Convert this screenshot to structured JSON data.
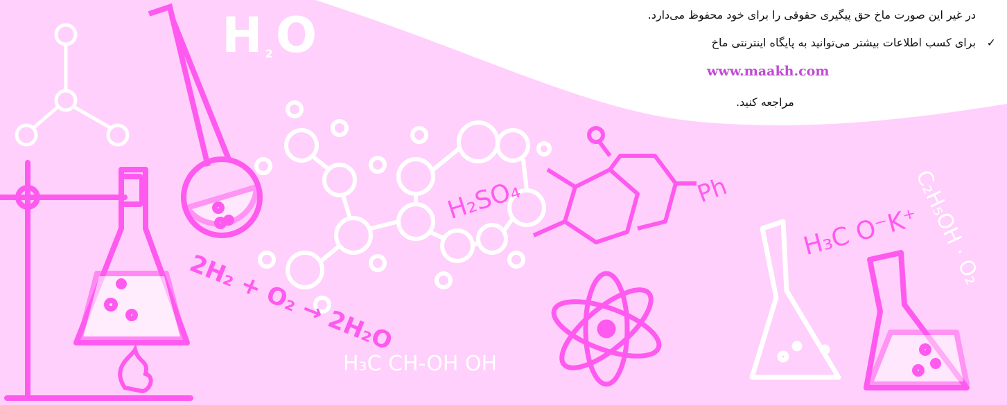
{
  "doc": {
    "line1": "در غیر این صورت ماخ حق پیگیری حقوقی را برای خود محفوظ می‌دارد.",
    "line2": "برای کسب اطلاعات بیشتر می‌توانید به پایگاه اینترنتی ماخ",
    "url": "www.maakh.com",
    "line3": "مراجعه کنید.",
    "check_icon": "✓"
  },
  "decoration": {
    "formula_h2o": "H",
    "formula_h2o_sub": "2",
    "formula_h2o_o": "O",
    "formula_h2so4": "H₂SO₄",
    "formula_reaction": "2H₂ + O₂ → 2H₂O",
    "formula_ethanol": "C₂H₅OH · O₂",
    "formula_acetate": "H₃C O⁻K⁺",
    "formula_ph": "Ph",
    "formula_alcohol": "H₃C CH-OH OH",
    "colors": {
      "background": "#ffd0fb",
      "wave": "#ffffff",
      "ink_pink": "#ff5af0",
      "ink_white": "#ffffff",
      "url": "#c24bd4"
    }
  }
}
